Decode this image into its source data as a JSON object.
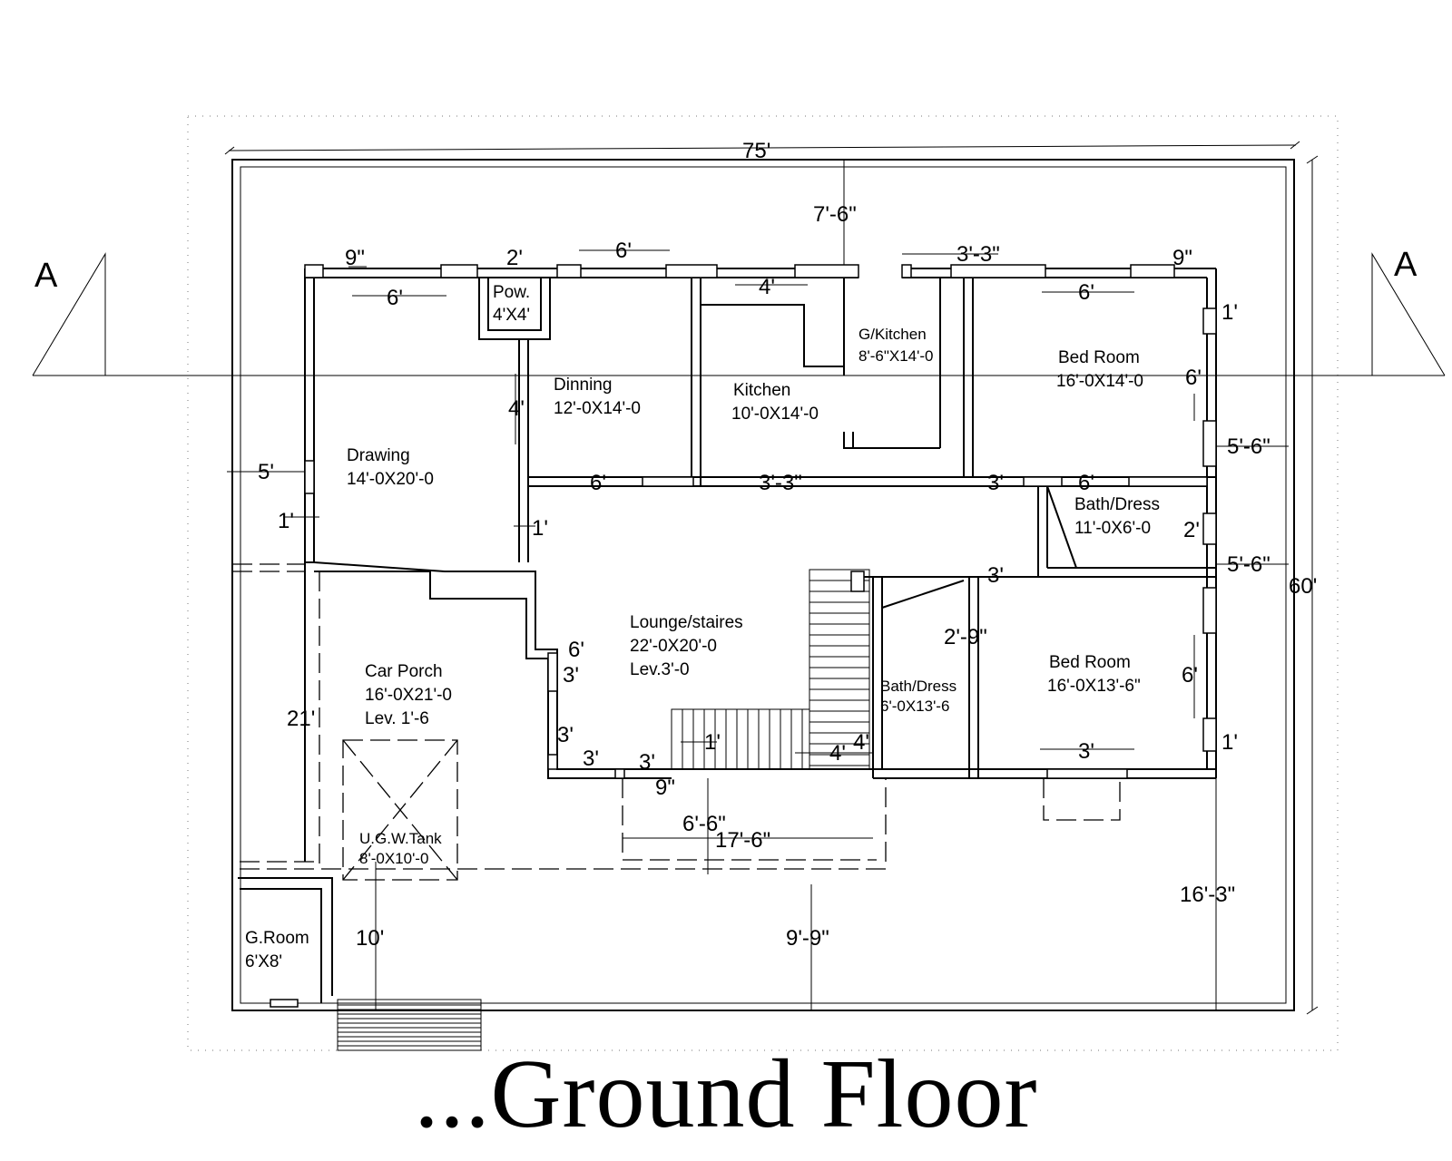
{
  "title": "...Ground Floor",
  "section_marker": "A",
  "rooms": [
    {
      "id": "pow",
      "name": "Pow.",
      "size": "4'X4'"
    },
    {
      "id": "gkitchen",
      "name": "G/Kitchen",
      "size": "8'-6\"X14'-0"
    },
    {
      "id": "bed1",
      "name": "Bed Room",
      "size": "16'-0X14'-0"
    },
    {
      "id": "dinning",
      "name": "Dinning",
      "size": "12'-0X14'-0"
    },
    {
      "id": "kitchen",
      "name": "Kitchen",
      "size": "10'-0X14'-0"
    },
    {
      "id": "drawing",
      "name": "Drawing",
      "size": "14'-0X20'-0"
    },
    {
      "id": "bath1",
      "name": "Bath/Dress",
      "size": "11'-0X6'-0"
    },
    {
      "id": "lounge",
      "name": "Lounge/staires",
      "size": "22'-0X20'-0",
      "level": "Lev.3'-0"
    },
    {
      "id": "porch",
      "name": "Car Porch",
      "size": "16'-0X21'-0",
      "level": "Lev. 1'-6"
    },
    {
      "id": "bath2",
      "name": "Bath/Dress",
      "size": "6'-0X13'-6"
    },
    {
      "id": "bed2",
      "name": "Bed Room",
      "size": "16'-0X13'-6\""
    },
    {
      "id": "tank",
      "name": "U.G.W.Tank",
      "size": "8'-0X10'-0"
    },
    {
      "id": "groom",
      "name": "G.Room",
      "size": "6'X8'"
    }
  ],
  "dimensions": [
    "75'",
    "7'-6\"",
    "9\"",
    "2'",
    "6'",
    "6'",
    "3'-3\"",
    "9\"",
    "6'",
    "4'",
    "6'",
    "1'",
    "6'",
    "4'",
    "5'",
    "1'",
    "6'",
    "3'-3\"",
    "3'",
    "3'",
    "5'-6\"",
    "1'",
    "2'",
    "5'-6\"",
    "3'",
    "60'",
    "2'-9\"",
    "6'",
    "3'",
    "3'",
    "21'",
    "3'",
    "3'",
    "1'",
    "4'",
    "4'",
    "1'",
    "9\"",
    "6'",
    "6'-6\"",
    "17'-6\"",
    "16'-3\"",
    "10'",
    "9'-9\""
  ]
}
